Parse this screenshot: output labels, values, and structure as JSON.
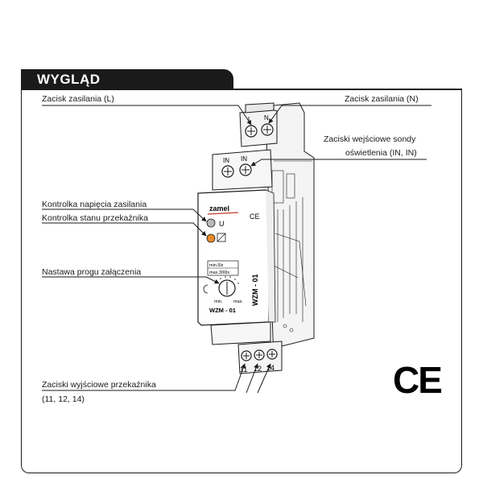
{
  "section_title": "WYGLĄD",
  "labels": {
    "power_l": "Zacisk zasilania (L)",
    "power_n": "Zacisk zasilania (N)",
    "sensor_line1": "Zaciski wejściowe sondy",
    "sensor_line2": "oświetlenia (IN, IN)",
    "power_led": "Kontrolka napięcia zasilania",
    "relay_led": "Kontrolka stanu przekaźnika",
    "threshold": "Nastawa progu załączenia",
    "outputs_line1": "Zaciski wyjściowe przekaźnika",
    "outputs_line2": "(11, 12, 14)"
  },
  "device": {
    "brand": "zamel",
    "model": "WZM - 01",
    "side_model": "WZM - 01",
    "terminal_l": "L",
    "terminal_n": "N",
    "terminal_in1": "IN",
    "terminal_in2": "IN",
    "terminal_11": "11",
    "terminal_12": "12",
    "terminal_14": "14",
    "led_u": "U",
    "knob_min": "min.",
    "knob_max": "max.",
    "range_min": "min.5lx",
    "range_max": "max.300lx",
    "ce_small": "CE"
  },
  "ce_mark": "CE"
}
